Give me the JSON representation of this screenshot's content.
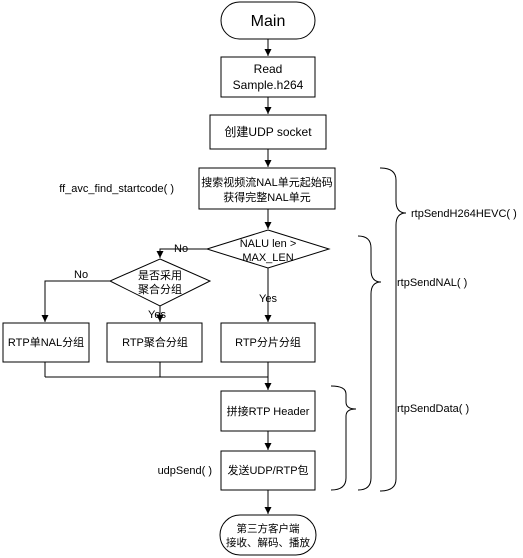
{
  "nodes": {
    "main": "Main",
    "read_line1": "Read",
    "read_line2": "Sample.h264",
    "create_udp": "创建UDP socket",
    "search_line1": "搜索视频流NAL单元起始码",
    "search_line2": "获得完整NAL单元",
    "decision_nalu_line1": "NALU len >",
    "decision_nalu_line2": "MAX_LEN",
    "decision_agg_line1": "是否采用",
    "decision_agg_line2": "聚合分组",
    "rtp_single": "RTP单NAL分组",
    "rtp_agg": "RTP聚合分组",
    "rtp_frag": "RTP分片分组",
    "splice_header": "拼接RTP Header",
    "send_packet": "发送UDP/RTP包",
    "client_line1": "第三方客户端",
    "client_line2": "接收、解码、播放"
  },
  "edge_labels": {
    "no1": "No",
    "no2": "No",
    "yes1": "Yes",
    "yes2": "Yes"
  },
  "annotations": {
    "find_startcode": "ff_avc_find_startcode( )",
    "udp_send": "udpSend( )",
    "send_h264_hevc": "rtpSendH264HEVC( )",
    "send_nal": "rtpSendNAL( )",
    "send_data": "rtpSendData( )"
  }
}
